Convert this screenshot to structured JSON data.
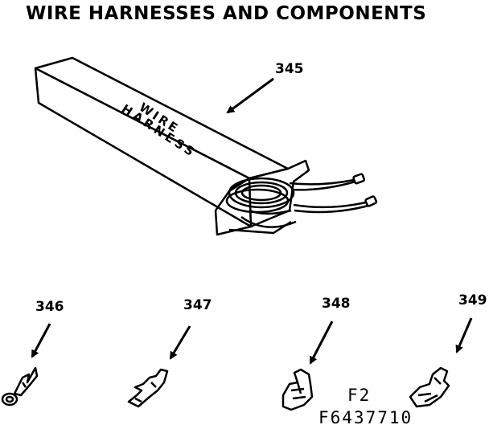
{
  "title": "WIRE HARNESSES AND COMPONENTS",
  "box_text": {
    "line1": "WIRE",
    "line2": "HARNESS"
  },
  "callouts": {
    "p345": "345",
    "p346": "346",
    "p347": "347",
    "p348": "348",
    "p349": "349"
  },
  "figure": {
    "line1": "F2",
    "line2": "F6437710"
  },
  "parts": [
    {
      "number": "345",
      "icon": "wire-harness-box-icon"
    },
    {
      "number": "346",
      "icon": "ring-terminal-icon"
    },
    {
      "number": "347",
      "icon": "spade-terminal-icon"
    },
    {
      "number": "348",
      "icon": "flag-terminal-icon"
    },
    {
      "number": "349",
      "icon": "flag-terminal-angled-icon"
    }
  ]
}
